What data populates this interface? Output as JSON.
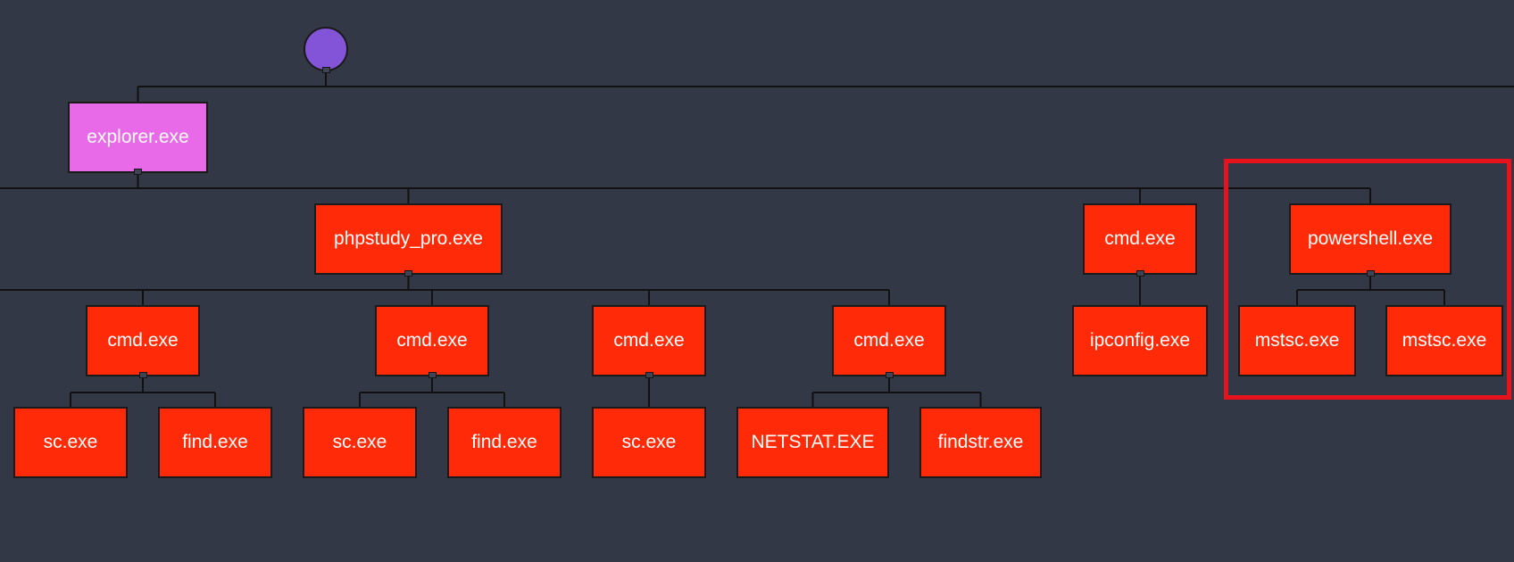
{
  "colors": {
    "background": "#333846",
    "process_node": "#ff2a08",
    "explorer_node": "#e86ae8",
    "root_node": "#8354d8",
    "highlight": "#e8121d",
    "connector": "#111111"
  },
  "tree": {
    "root": {
      "shape": "circle"
    },
    "explorer": {
      "label": "explorer.exe"
    },
    "phpstudy": {
      "label": "phpstudy_pro.exe"
    },
    "cmd_a": {
      "label": "cmd.exe"
    },
    "sc_a": {
      "label": "sc.exe"
    },
    "find_a": {
      "label": "find.exe"
    },
    "cmd_b": {
      "label": "cmd.exe"
    },
    "sc_b": {
      "label": "sc.exe"
    },
    "find_b": {
      "label": "find.exe"
    },
    "cmd_c": {
      "label": "cmd.exe"
    },
    "sc_c": {
      "label": "sc.exe"
    },
    "cmd_d": {
      "label": "cmd.exe"
    },
    "netstat": {
      "label": "NETSTAT.EXE"
    },
    "findstr": {
      "label": "findstr.exe"
    },
    "cmd_e": {
      "label": "cmd.exe"
    },
    "ipconfig": {
      "label": "ipconfig.exe"
    },
    "powershell": {
      "label": "powershell.exe"
    },
    "mstsc_a": {
      "label": "mstsc.exe"
    },
    "mstsc_b": {
      "label": "mstsc.exe"
    }
  },
  "highlighted_subtree": "powershell"
}
